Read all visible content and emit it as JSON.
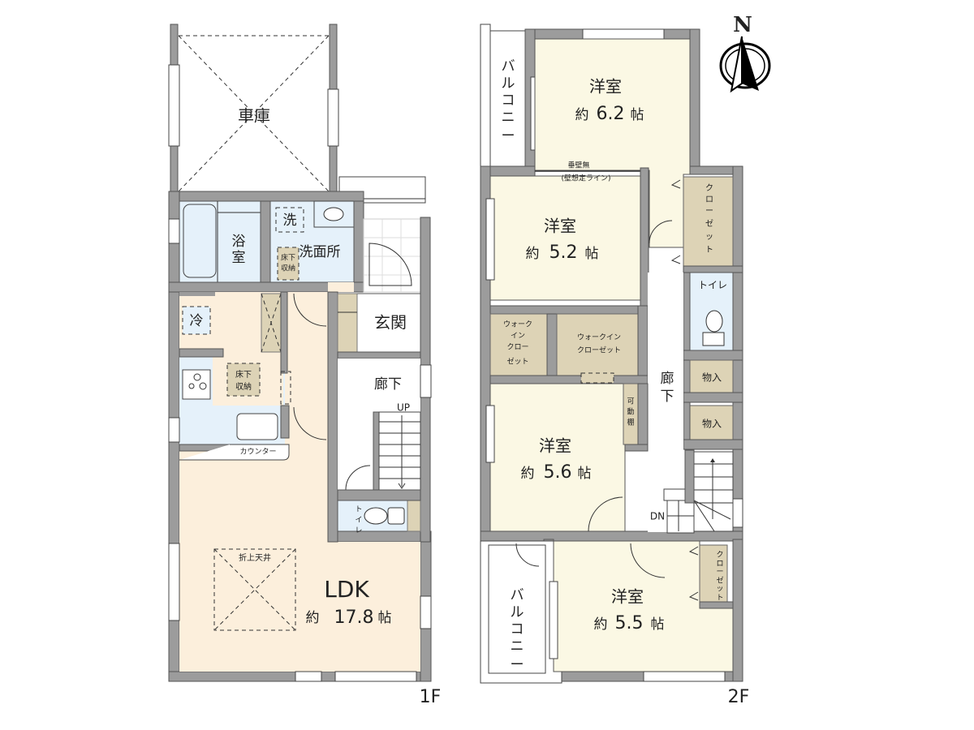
{
  "colors": {
    "ldk": "#fcefdc",
    "western_room": "#fbf8e4",
    "wet_area": "#e5f1fa",
    "storage": "#ddd3b6",
    "wall": "#9c9c9c",
    "corridor": "#ffffff"
  },
  "floor1": {
    "label": "1F",
    "rooms": {
      "garage": "車庫",
      "bath": "浴\n室",
      "bath_line1": "浴",
      "bath_line2": "室",
      "washroom": "洗面所",
      "washer": "洗",
      "underfloor_storage_wash_1": "床下",
      "underfloor_storage_wash_2": "収納",
      "fridge": "冷",
      "underfloor_storage_kitchen_1": "床下",
      "underfloor_storage_kitchen_2": "収納",
      "counter": "カウンター",
      "entrance": "玄関",
      "hallway": "廊下",
      "stairs_up": "UP",
      "toilet_1": "ト",
      "toilet_2": "イ",
      "toilet_3": "レ",
      "raised_ceiling": "折上天井",
      "ldk_name": "LDK",
      "ldk_area_prefix": "約",
      "ldk_area": "17.8",
      "ldk_area_unit": "帖"
    }
  },
  "floor2": {
    "label": "2F",
    "rooms": {
      "balcony_north": [
        "バ",
        "ル",
        "コ",
        "ニ",
        "ー"
      ],
      "balcony_south": [
        "バ",
        "ル",
        "コ",
        "ニ",
        "ー"
      ],
      "room1_name": "洋室",
      "room1_prefix": "約",
      "room1_area": "6.2",
      "room1_unit": "帖",
      "no_hanging_wall": "垂壁無",
      "wall_line_note": "(壁想定ライン)",
      "room2_name": "洋室",
      "room2_prefix": "約",
      "room2_area": "5.2",
      "room2_unit": "帖",
      "closet_north": [
        "ク",
        "ロ",
        "ー",
        "ゼ",
        "ッ",
        "ト"
      ],
      "toilet": "トイレ",
      "wic_small": [
        "ウォーク",
        "イン",
        "クロー",
        "ゼット"
      ],
      "wic_large_1": "ウォークイン",
      "wic_large_2": "クローゼット",
      "hallway_1": "廊",
      "hallway_2": "下",
      "storage_1": "物入",
      "storage_2": "物入",
      "movable_shelf": [
        "可",
        "動",
        "棚"
      ],
      "room3_name": "洋室",
      "room3_prefix": "約",
      "room3_area": "5.6",
      "room3_unit": "帖",
      "stairs_down": "DN",
      "room4_name": "洋室",
      "room4_prefix": "約",
      "room4_area": "5.5",
      "room4_unit": "帖",
      "closet_south": [
        "ク",
        "ロ",
        "ー",
        "ゼ",
        "ッ",
        "ト"
      ]
    }
  },
  "compass": {
    "label": "N",
    "icon": "north-arrow-icon"
  }
}
